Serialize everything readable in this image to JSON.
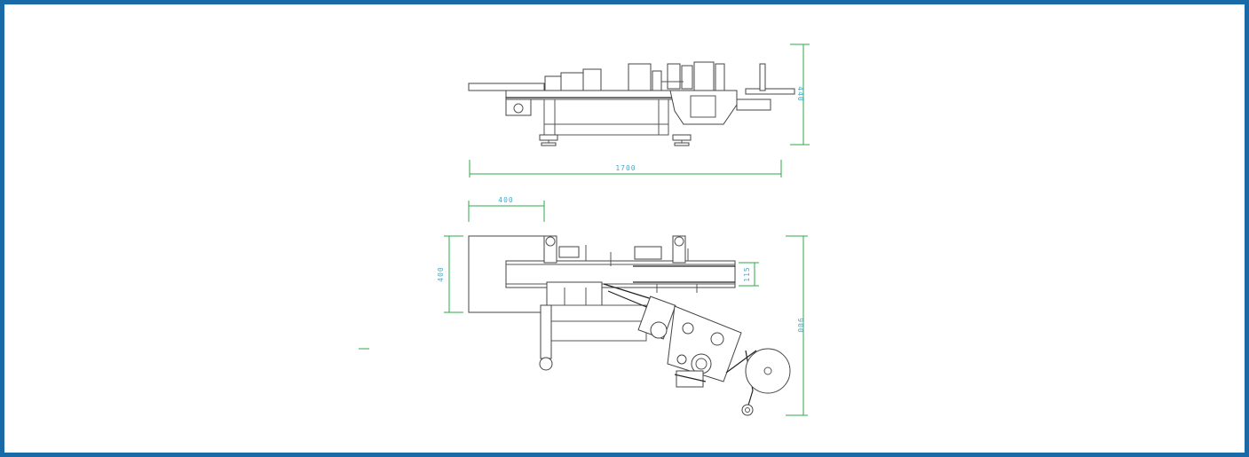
{
  "colors": {
    "frame_border": "#1a6aa8",
    "dimension_line": "#2fa84a",
    "dimension_text": "#4aa8c8",
    "drawing_line": "#444444"
  },
  "drawing": {
    "side_view": {
      "height_dim": "440",
      "length_dim": "1700"
    },
    "top_view": {
      "width_top_dim": "400",
      "width_left_dim": "400",
      "conveyor_dim": "115",
      "depth_dim": "900"
    }
  }
}
